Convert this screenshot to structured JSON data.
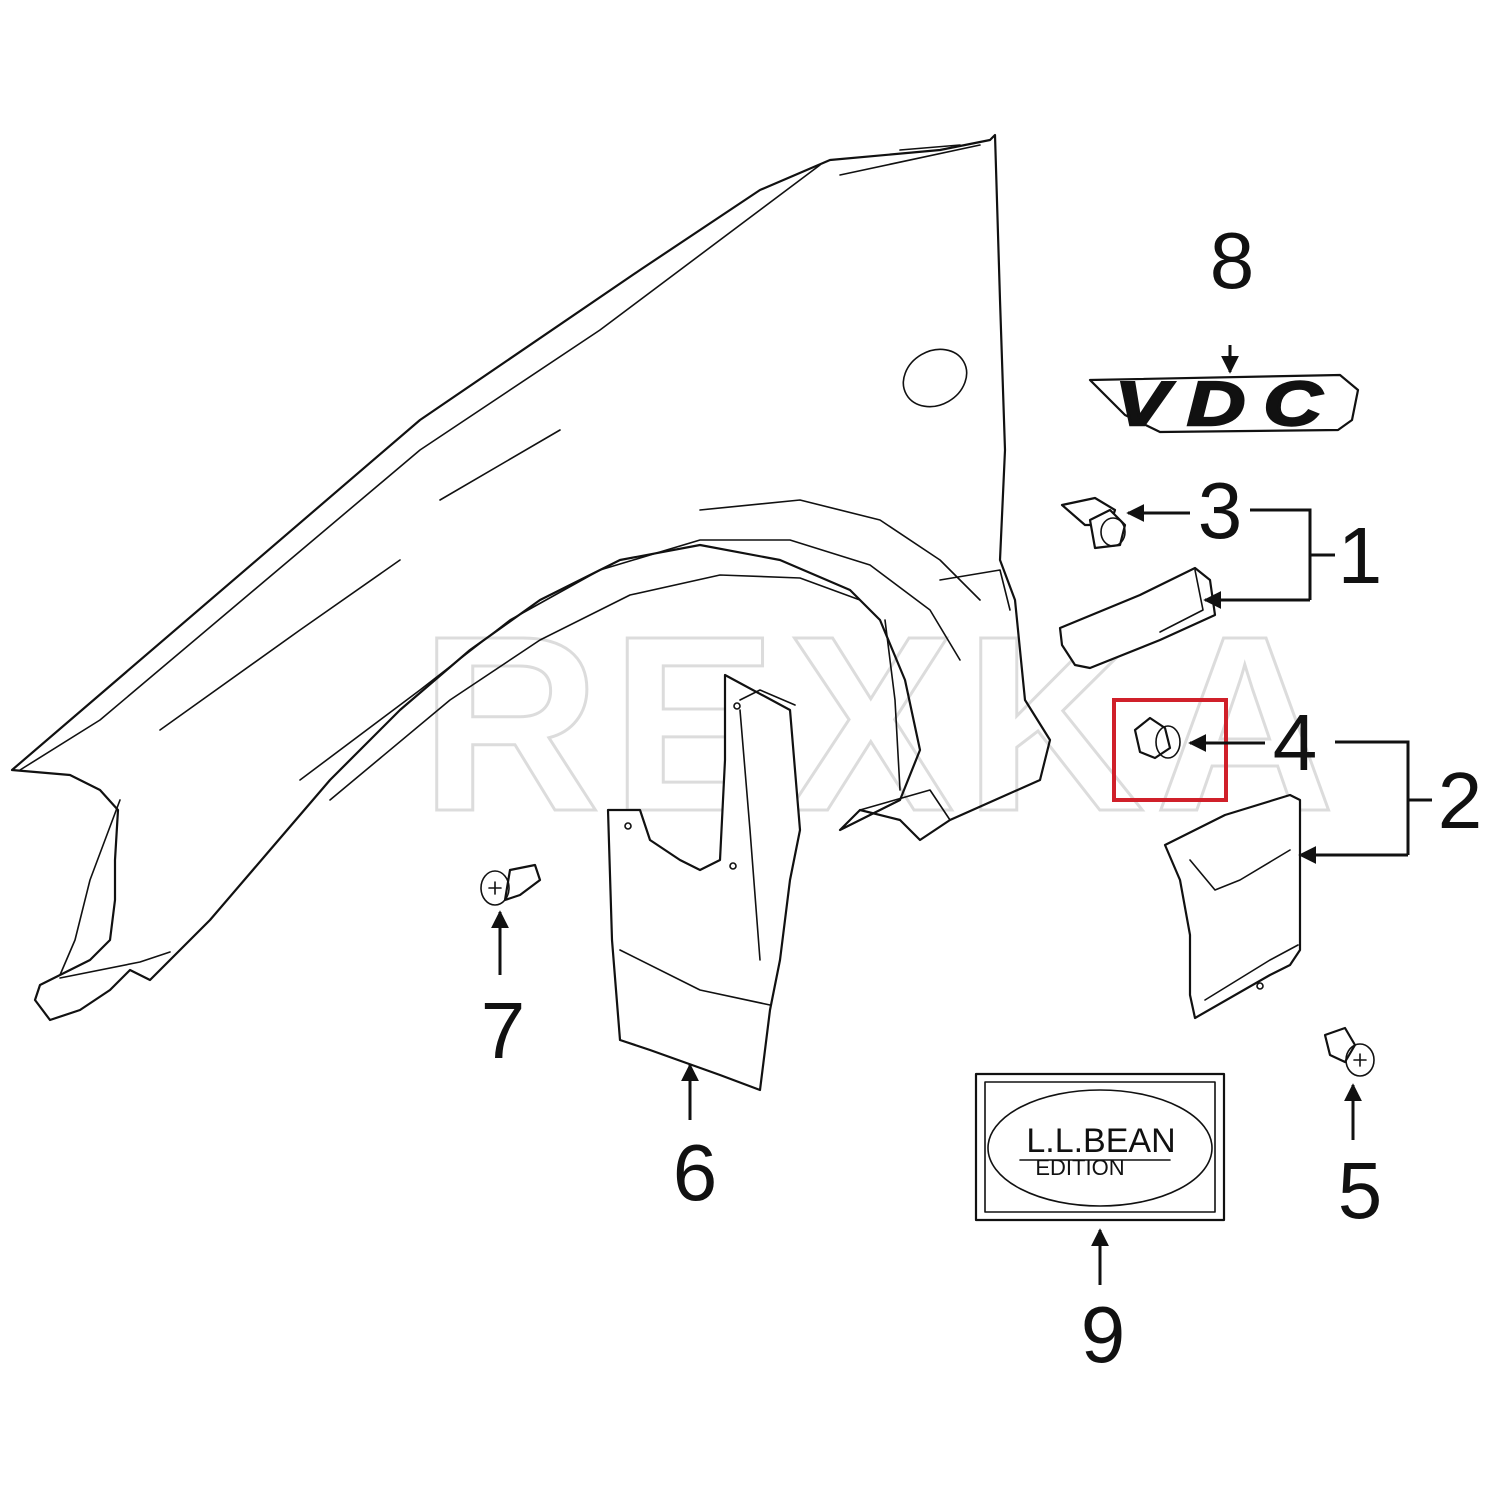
{
  "watermark": "REXKA",
  "callouts": {
    "c1": "1",
    "c2": "2",
    "c3": "3",
    "c4": "4",
    "c5": "5",
    "c6": "6",
    "c7": "7",
    "c8": "8",
    "c9": "9"
  },
  "emblems": {
    "vdc_text": "VDC",
    "badge_line1": "L.L.BEAN",
    "badge_line2": "EDITION"
  },
  "colors": {
    "line": "#111111",
    "highlight": "#d0202a",
    "watermark": "#dcdcdc"
  }
}
